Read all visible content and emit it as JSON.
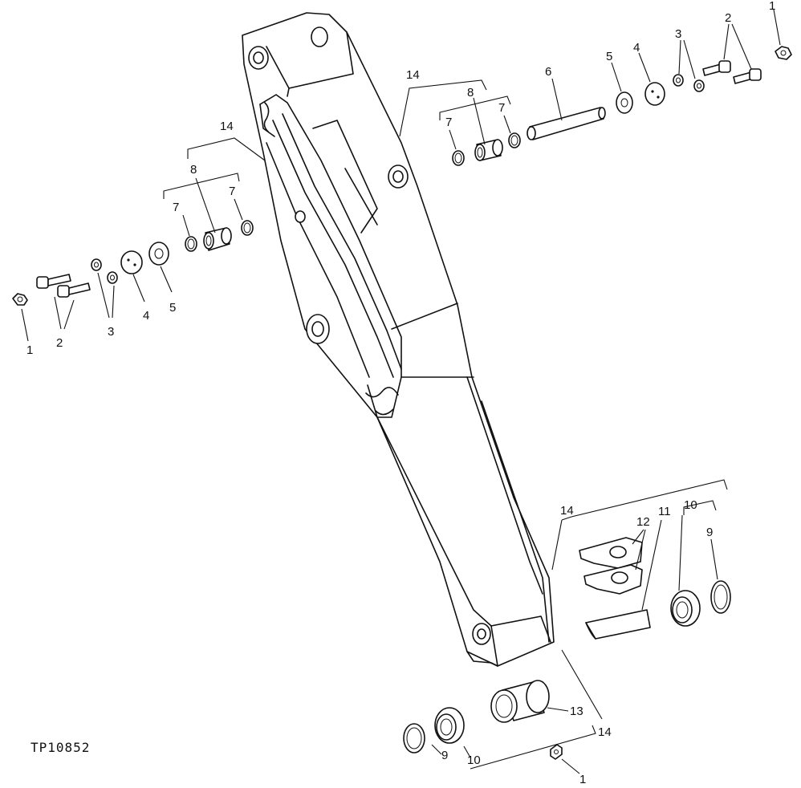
{
  "figure": {
    "code": "TP10852"
  },
  "callouts": {
    "c1a": "1",
    "c1b": "1",
    "c1c": "1",
    "c2a": "2",
    "c2b": "2",
    "c3a": "3",
    "c3b": "3",
    "c4a": "4",
    "c4b": "4",
    "c5a": "5",
    "c5b": "5",
    "c6": "6",
    "c7a": "7",
    "c7b": "7",
    "c7c": "7",
    "c7d": "7",
    "c8a": "8",
    "c8b": "8",
    "c9a": "9",
    "c9b": "9",
    "c10a": "10",
    "c10b": "10",
    "c11": "11",
    "c12": "12",
    "c13": "13",
    "c14a": "14",
    "c14b": "14",
    "c14c": "14",
    "c14d": "14"
  }
}
